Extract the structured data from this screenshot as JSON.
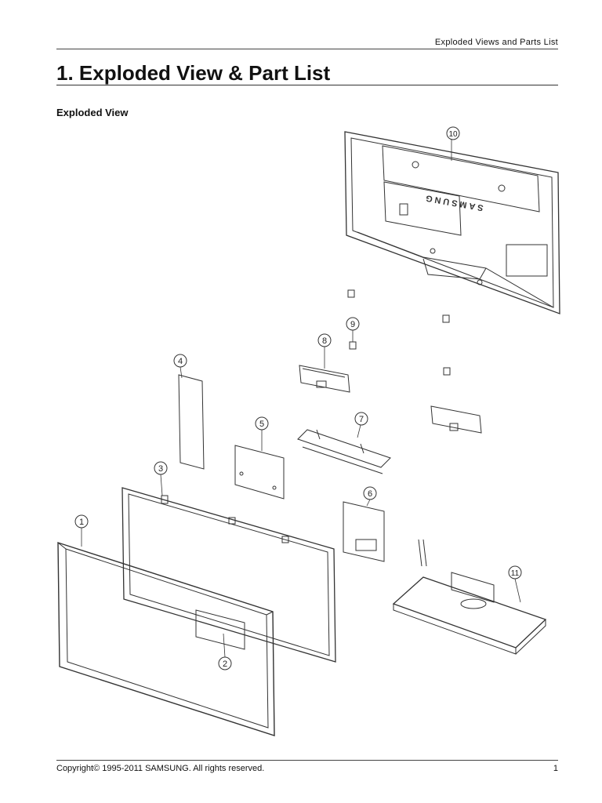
{
  "header": {
    "running_title": "Exploded Views and Parts List"
  },
  "title": "1.  Exploded View & Part List",
  "section": {
    "heading": "Exploded View"
  },
  "diagram": {
    "brand_text": "SAMSUNG",
    "callouts": [
      "1",
      "2",
      "3",
      "4",
      "5",
      "6",
      "7",
      "8",
      "9",
      "10",
      "11"
    ]
  },
  "footer": {
    "copyright": "Copyright© 1995-2011 SAMSUNG. All rights reserved.",
    "page_number": "1"
  }
}
